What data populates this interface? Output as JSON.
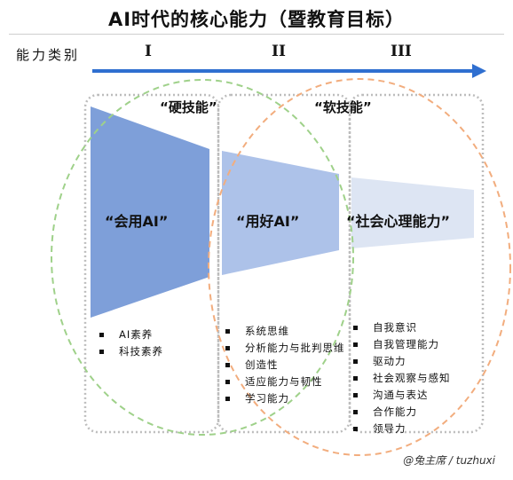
{
  "title": "AI时代的核心能力（暨教育目标）",
  "category_label": "能力类别",
  "levels": [
    "I",
    "II",
    "III"
  ],
  "groups": {
    "hard": "“硬技能”",
    "soft": "“软技能”"
  },
  "columns": [
    {
      "label": "“会用AI”",
      "items": [
        "AI素养",
        "科技素养"
      ]
    },
    {
      "label": "“用好AI”",
      "items": [
        "系统思维",
        "分析能力与批判思维",
        "创造性",
        "适应能力与韧性",
        "学习能力"
      ]
    },
    {
      "label": "“社会心理能力”",
      "items": [
        "自我意识",
        "自我管理能力",
        "驱动力",
        "社会观察与感知",
        "沟通与表达",
        "合作能力",
        "领导力"
      ]
    }
  ],
  "colors": {
    "arrow": "#2f6fd0",
    "trap_1": "#7e9fd9",
    "trap_2": "#adc2e9",
    "trap_3": "#dde5f3",
    "hard_ellipse": "#9fd18a",
    "soft_ellipse": "#f2ad7e",
    "column_box": "#bdbdbd"
  },
  "credit": "@兔主席 / tuzhuxi"
}
